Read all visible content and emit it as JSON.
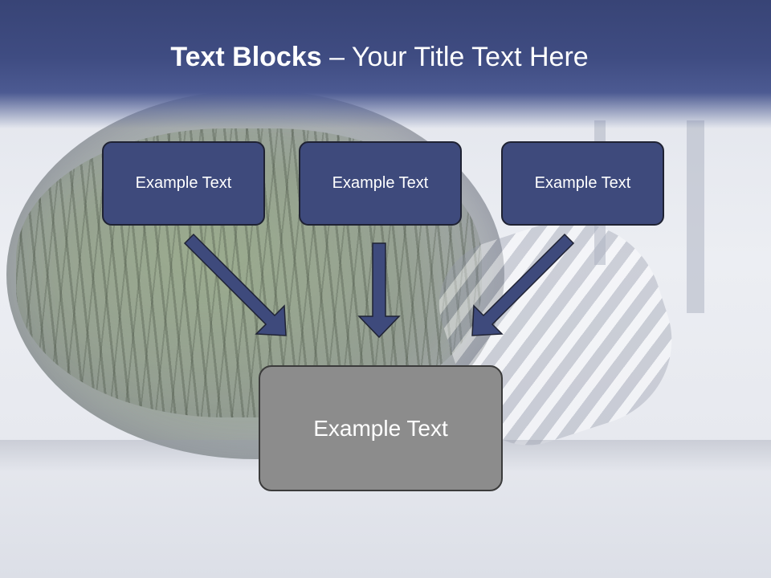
{
  "slide": {
    "title_bold": "Text Blocks",
    "title_sep": " – ",
    "title_rest": "Your Title Text Here"
  },
  "blocks": {
    "left": "Example Text",
    "center": "Example Text",
    "right": "Example Text",
    "main": "Example Text"
  },
  "colors": {
    "title_band": "#3f4c82",
    "block_fill": "#3e4a7c",
    "main_fill": "#8c8c8c",
    "arrow": "#3e4a7c"
  }
}
